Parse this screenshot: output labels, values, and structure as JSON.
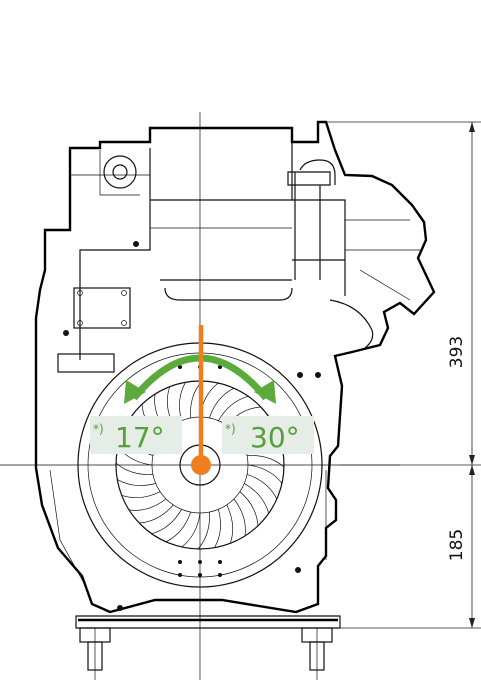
{
  "dimensions": {
    "upper": "393",
    "lower": "185"
  },
  "tilt": {
    "left": {
      "marker": "*)",
      "angle": "17°"
    },
    "right": {
      "marker": "*)",
      "angle": "30°"
    }
  },
  "colors": {
    "arrow": "#5aaa3c",
    "shaft": "#f07e1e",
    "label_bg": "#e6ece6",
    "label_text": "#55a03a"
  }
}
